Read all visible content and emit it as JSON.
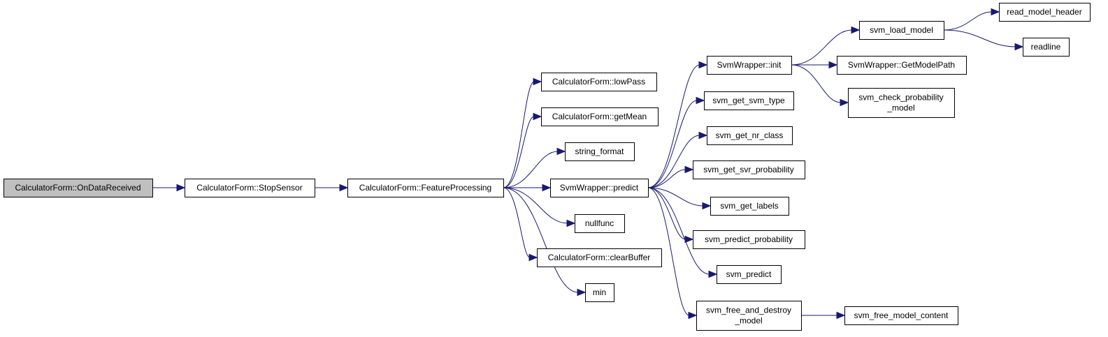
{
  "colors": {
    "edge": "#191970",
    "root_fill": "#bfbfbf",
    "node_fill": "#ffffff",
    "node_border": "#000000"
  },
  "nodes": [
    {
      "id": "ondata",
      "lines": [
        "CalculatorForm::OnDataReceived"
      ],
      "root": true
    },
    {
      "id": "stopsensor",
      "lines": [
        "CalculatorForm::StopSensor"
      ]
    },
    {
      "id": "featproc",
      "lines": [
        "CalculatorForm::FeatureProcessing"
      ]
    },
    {
      "id": "lowpass",
      "lines": [
        "CalculatorForm::lowPass"
      ]
    },
    {
      "id": "getmean",
      "lines": [
        "CalculatorForm::getMean"
      ]
    },
    {
      "id": "strfmt",
      "lines": [
        "string_format"
      ]
    },
    {
      "id": "predict",
      "lines": [
        "SvmWrapper::predict"
      ]
    },
    {
      "id": "nullfunc",
      "lines": [
        "nullfunc"
      ]
    },
    {
      "id": "clearbuf",
      "lines": [
        "CalculatorForm::clearBuffer"
      ]
    },
    {
      "id": "min",
      "lines": [
        "min"
      ]
    },
    {
      "id": "init",
      "lines": [
        "SvmWrapper::init"
      ]
    },
    {
      "id": "svmtype",
      "lines": [
        "svm_get_svm_type"
      ]
    },
    {
      "id": "nrclass",
      "lines": [
        "svm_get_nr_class"
      ]
    },
    {
      "id": "svrprob",
      "lines": [
        "svm_get_svr_probability"
      ]
    },
    {
      "id": "labels",
      "lines": [
        "svm_get_labels"
      ]
    },
    {
      "id": "predprob",
      "lines": [
        "svm_predict_probability"
      ]
    },
    {
      "id": "svmpredict",
      "lines": [
        "svm_predict"
      ]
    },
    {
      "id": "freedestroy",
      "lines": [
        "svm_free_and_destroy",
        "_model"
      ]
    },
    {
      "id": "loadmodel",
      "lines": [
        "svm_load_model"
      ]
    },
    {
      "id": "getmodelpath",
      "lines": [
        "SvmWrapper::GetModelPath"
      ]
    },
    {
      "id": "checkprob",
      "lines": [
        "svm_check_probability",
        "_model"
      ]
    },
    {
      "id": "freecontent",
      "lines": [
        "svm_free_model_content"
      ]
    },
    {
      "id": "readheader",
      "lines": [
        "read_model_header"
      ]
    },
    {
      "id": "readline",
      "lines": [
        "readline"
      ]
    }
  ],
  "edges": [
    [
      "ondata",
      "stopsensor"
    ],
    [
      "stopsensor",
      "featproc"
    ],
    [
      "featproc",
      "lowpass"
    ],
    [
      "featproc",
      "getmean"
    ],
    [
      "featproc",
      "strfmt"
    ],
    [
      "featproc",
      "predict"
    ],
    [
      "featproc",
      "nullfunc"
    ],
    [
      "featproc",
      "clearbuf"
    ],
    [
      "featproc",
      "min"
    ],
    [
      "predict",
      "init"
    ],
    [
      "predict",
      "svmtype"
    ],
    [
      "predict",
      "nrclass"
    ],
    [
      "predict",
      "svrprob"
    ],
    [
      "predict",
      "labels"
    ],
    [
      "predict",
      "predprob"
    ],
    [
      "predict",
      "svmpredict"
    ],
    [
      "predict",
      "freedestroy"
    ],
    [
      "init",
      "loadmodel"
    ],
    [
      "init",
      "getmodelpath"
    ],
    [
      "init",
      "checkprob"
    ],
    [
      "freedestroy",
      "freecontent"
    ],
    [
      "loadmodel",
      "readheader"
    ],
    [
      "loadmodel",
      "readline"
    ]
  ]
}
